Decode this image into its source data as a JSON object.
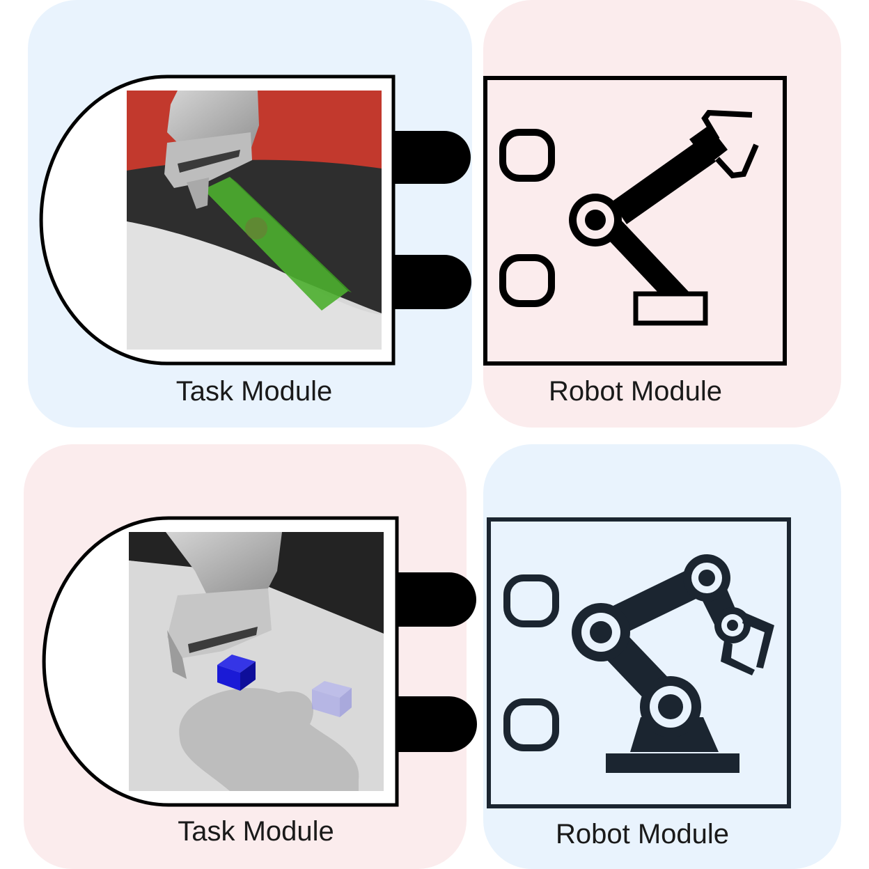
{
  "modules": [
    {
      "task_label": "Task Module",
      "robot_label": "Robot Module",
      "task_bg": "#e9f3fd",
      "robot_bg": "#fbeced",
      "robot_icon": "robot-arm-icon",
      "object_color": "#4caf2f"
    },
    {
      "task_label": "Task Module",
      "robot_label": "Robot Module",
      "task_bg": "#fbeced",
      "robot_bg": "#e9f3fd",
      "robot_icon": "industrial-robot-arm-icon",
      "object_color": "#1a1ad6"
    }
  ]
}
